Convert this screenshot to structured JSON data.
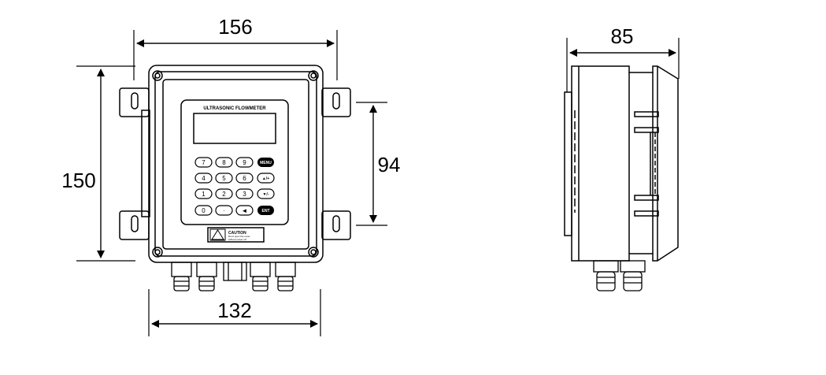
{
  "dimensions": {
    "front_width": "156",
    "front_height": "150",
    "mount_height": "94",
    "bottom_width": "132",
    "side_depth": "85"
  },
  "panel": {
    "title": "ULTRASONIC FLOWMETER",
    "keys": [
      [
        "7",
        "8",
        "9",
        "MENU"
      ],
      [
        "4",
        "5",
        "6",
        "▲/+"
      ],
      [
        "1",
        "2",
        "3",
        "▼/-"
      ],
      [
        "0",
        "·",
        "◄",
        "ENT"
      ]
    ]
  },
  "caution": {
    "title": "CAUTION",
    "text_line1": "Don't open the cover",
    "text_line2": "without power off"
  }
}
